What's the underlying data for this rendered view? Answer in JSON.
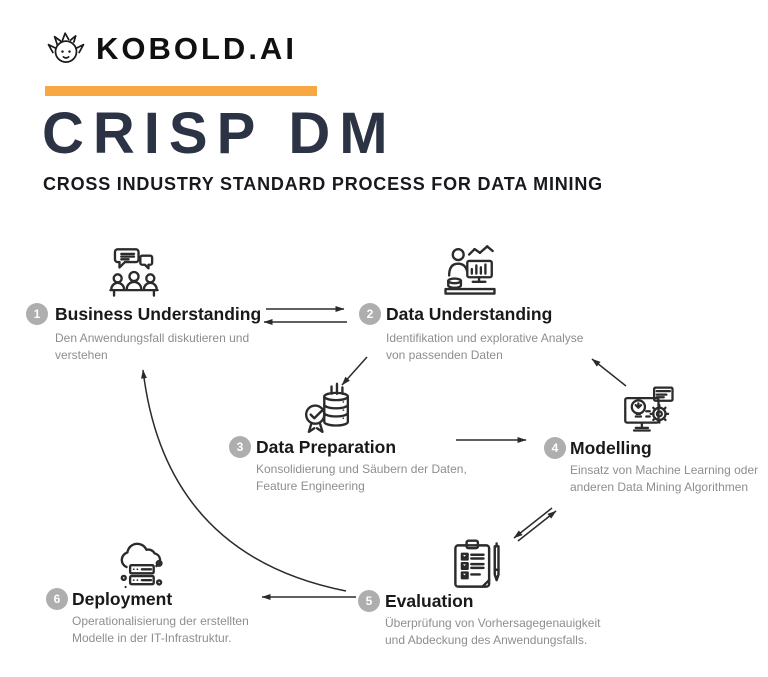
{
  "colors": {
    "accent_orange": "#F8A843",
    "title_navy": "#2C3344",
    "heading_black": "#17191E",
    "step_title_black": "#191919",
    "description_gray": "#8E8E8E",
    "badge_gray": "#AEAEAE",
    "line_dark": "#2B2B2B"
  },
  "header": {
    "brand": "KOBOLD.AI",
    "logo_icon": "kobold-goblin-icon",
    "title": "CRISP DM",
    "subtitle": "CROSS INDUSTRY STANDARD PROCESS FOR DATA MINING"
  },
  "steps": [
    {
      "number": "1",
      "title": "Business Understanding",
      "icon": "meeting-discussion-icon",
      "description_lines": [
        "Den Anwendungsfall diskutieren und",
        "verstehen"
      ]
    },
    {
      "number": "2",
      "title": "Data Understanding",
      "icon": "data-analysis-icon",
      "description_lines": [
        "Identifikation und explorative Analyse",
        "von passenden Daten"
      ]
    },
    {
      "number": "3",
      "title": "Data Preparation",
      "icon": "database-quality-icon",
      "description_lines": [
        "Konsolidierung und Säubern der Daten,",
        "Feature Engineering"
      ]
    },
    {
      "number": "4",
      "title": "Modelling",
      "icon": "machine-learning-icon",
      "description_lines": [
        "Einsatz von Machine Learning oder",
        "anderen Data Mining Algorithmen"
      ]
    },
    {
      "number": "5",
      "title": "Evaluation",
      "icon": "evaluation-checklist-icon",
      "description_lines": [
        "Überprüfung von Vorhersagegenauigkeit",
        "und Abdeckung des Anwendungsfalls."
      ]
    },
    {
      "number": "6",
      "title": "Deployment",
      "icon": "cloud-server-icon",
      "description_lines": [
        "Operationalisierung der erstellten",
        "Modelle in der IT-Infrastruktur."
      ]
    }
  ],
  "connections": [
    {
      "from": "Business Understanding",
      "to": "Data Understanding",
      "bidirectional": true
    },
    {
      "from": "Data Understanding",
      "to": "Data Preparation",
      "bidirectional": false
    },
    {
      "from": "Modelling",
      "to": "Data Understanding",
      "bidirectional": false
    },
    {
      "from": "Data Preparation",
      "to": "Modelling",
      "bidirectional": false
    },
    {
      "from": "Modelling",
      "to": "Evaluation",
      "bidirectional": true
    },
    {
      "from": "Evaluation",
      "to": "Deployment",
      "bidirectional": false
    },
    {
      "from": "Evaluation",
      "to": "Business Understanding",
      "bidirectional": false,
      "style": "curved-feedback"
    }
  ]
}
